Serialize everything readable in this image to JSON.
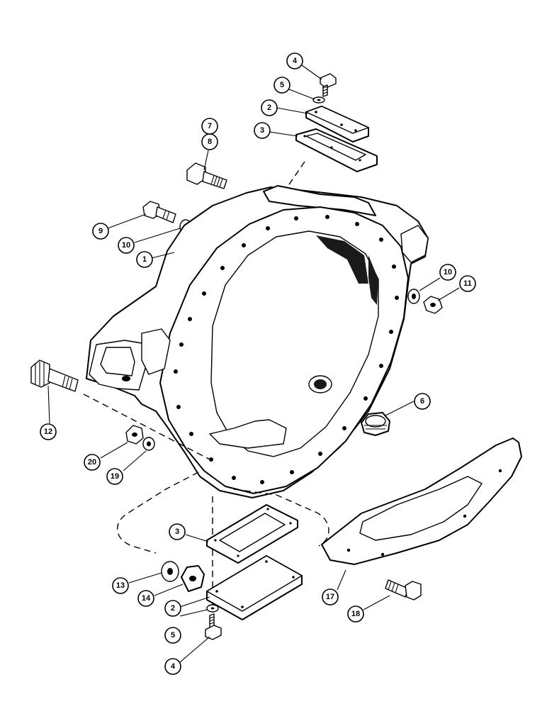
{
  "diagram": {
    "callouts": [
      {
        "id": "c-4-top",
        "label": "4"
      },
      {
        "id": "c-5-top",
        "label": "5"
      },
      {
        "id": "c-2-top",
        "label": "2"
      },
      {
        "id": "c-3-top",
        "label": "3"
      },
      {
        "id": "c-7",
        "label": "7"
      },
      {
        "id": "c-8",
        "label": "8"
      },
      {
        "id": "c-9",
        "label": "9"
      },
      {
        "id": "c-10-left",
        "label": "10"
      },
      {
        "id": "c-1",
        "label": "1"
      },
      {
        "id": "c-10-right",
        "label": "10"
      },
      {
        "id": "c-11",
        "label": "11"
      },
      {
        "id": "c-6",
        "label": "6"
      },
      {
        "id": "c-12",
        "label": "12"
      },
      {
        "id": "c-20",
        "label": "20"
      },
      {
        "id": "c-19",
        "label": "19"
      },
      {
        "id": "c-3-bottom",
        "label": "3"
      },
      {
        "id": "c-13",
        "label": "13"
      },
      {
        "id": "c-14",
        "label": "14"
      },
      {
        "id": "c-2-bottom",
        "label": "2"
      },
      {
        "id": "c-5-bottom",
        "label": "5"
      },
      {
        "id": "c-4-bottom",
        "label": "4"
      },
      {
        "id": "c-17",
        "label": "17"
      },
      {
        "id": "c-18",
        "label": "18"
      }
    ]
  }
}
